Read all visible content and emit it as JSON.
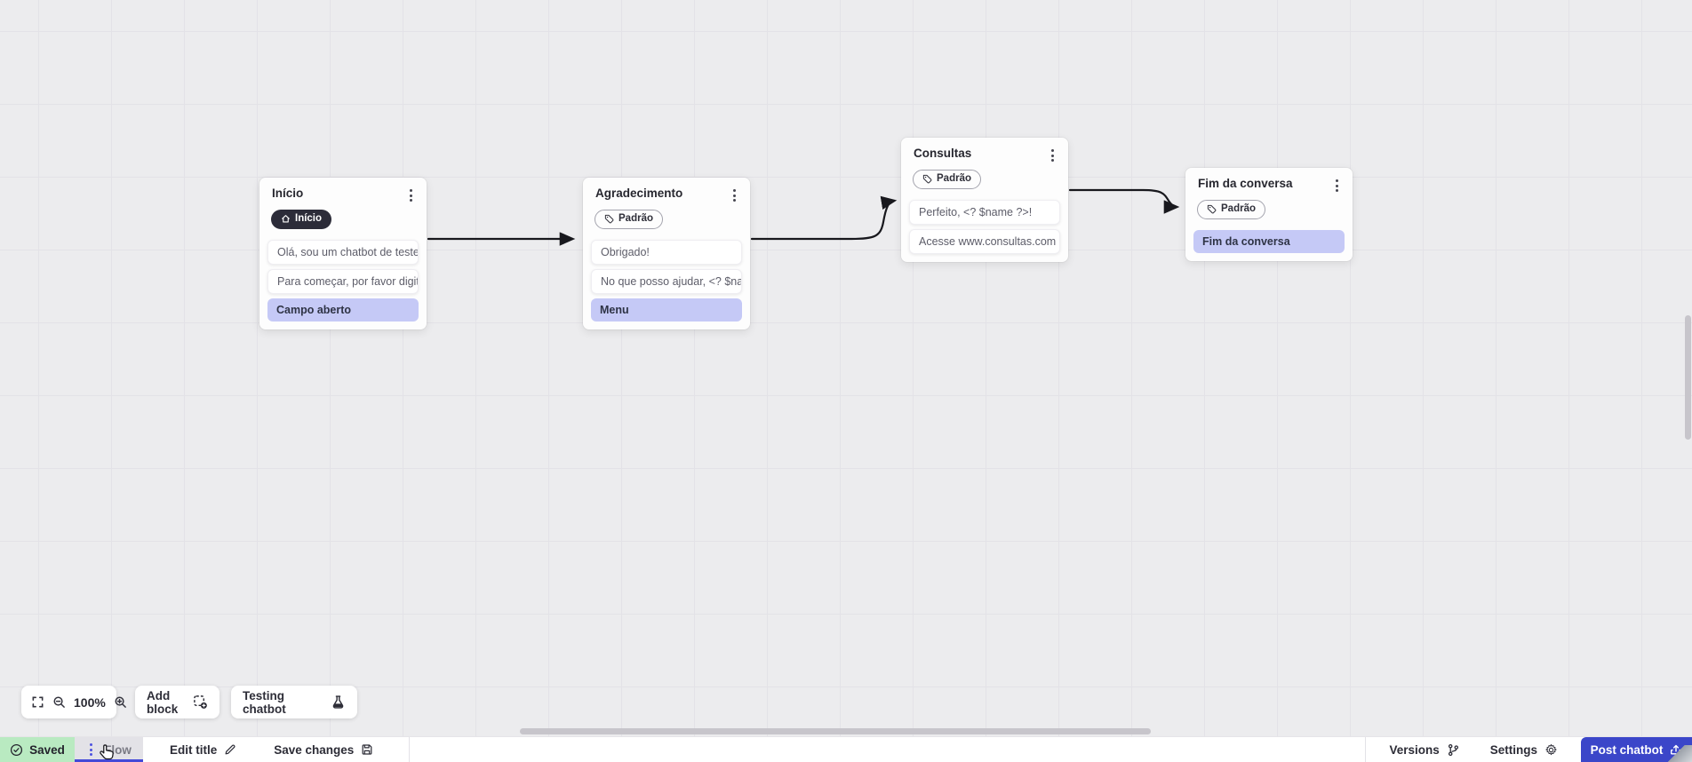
{
  "canvas": {
    "nodes": [
      {
        "title": "Início",
        "badge": {
          "style": "dark",
          "icon": "home-icon",
          "label": "Início"
        },
        "rows": [
          {
            "type": "bubble",
            "text": "Olá, sou um chatbot de teste!"
          },
          {
            "type": "bubble",
            "text": "Para começar, por favor digite o ..."
          },
          {
            "type": "input",
            "text": "Campo aberto"
          }
        ]
      },
      {
        "title": "Agradecimento",
        "badge": {
          "style": "outline",
          "icon": "tag-icon",
          "label": "Padrão"
        },
        "rows": [
          {
            "type": "bubble",
            "text": "Obrigado!"
          },
          {
            "type": "bubble",
            "text": "No que posso ajudar, <? $name ..."
          },
          {
            "type": "input",
            "text": "Menu"
          }
        ]
      },
      {
        "title": "Consultas",
        "badge": {
          "style": "outline",
          "icon": "tag-icon",
          "label": "Padrão"
        },
        "rows": [
          {
            "type": "bubble",
            "text": "Perfeito, <? $name ?>!"
          },
          {
            "type": "bubble",
            "text": "Acesse www.consultas.com par..."
          }
        ]
      },
      {
        "title": "Fim da conversa",
        "badge": {
          "style": "outline",
          "icon": "tag-icon",
          "label": "Padrão"
        },
        "rows": [
          {
            "type": "input",
            "text": "Fim da conversa"
          }
        ]
      }
    ]
  },
  "toolbar": {
    "zoom_level": "100%",
    "add_block_label": "Add block",
    "testing_label": "Testing chatbot"
  },
  "bottom_bar": {
    "saved_label": "Saved",
    "flow_tab_label": "Flow",
    "edit_title_label": "Edit title",
    "save_changes_label": "Save changes",
    "versions_label": "Versions",
    "settings_label": "Settings",
    "post_label": "Post chatbot"
  },
  "colors": {
    "accent_blue": "#3b46c9",
    "tab_underline": "#4449d8",
    "lavender_block": "#c5c9f6",
    "badge_dark": "#2c2c39",
    "saved_green": "#b9eac1",
    "canvas_bg": "#ececee",
    "edge_black": "#18181d"
  }
}
